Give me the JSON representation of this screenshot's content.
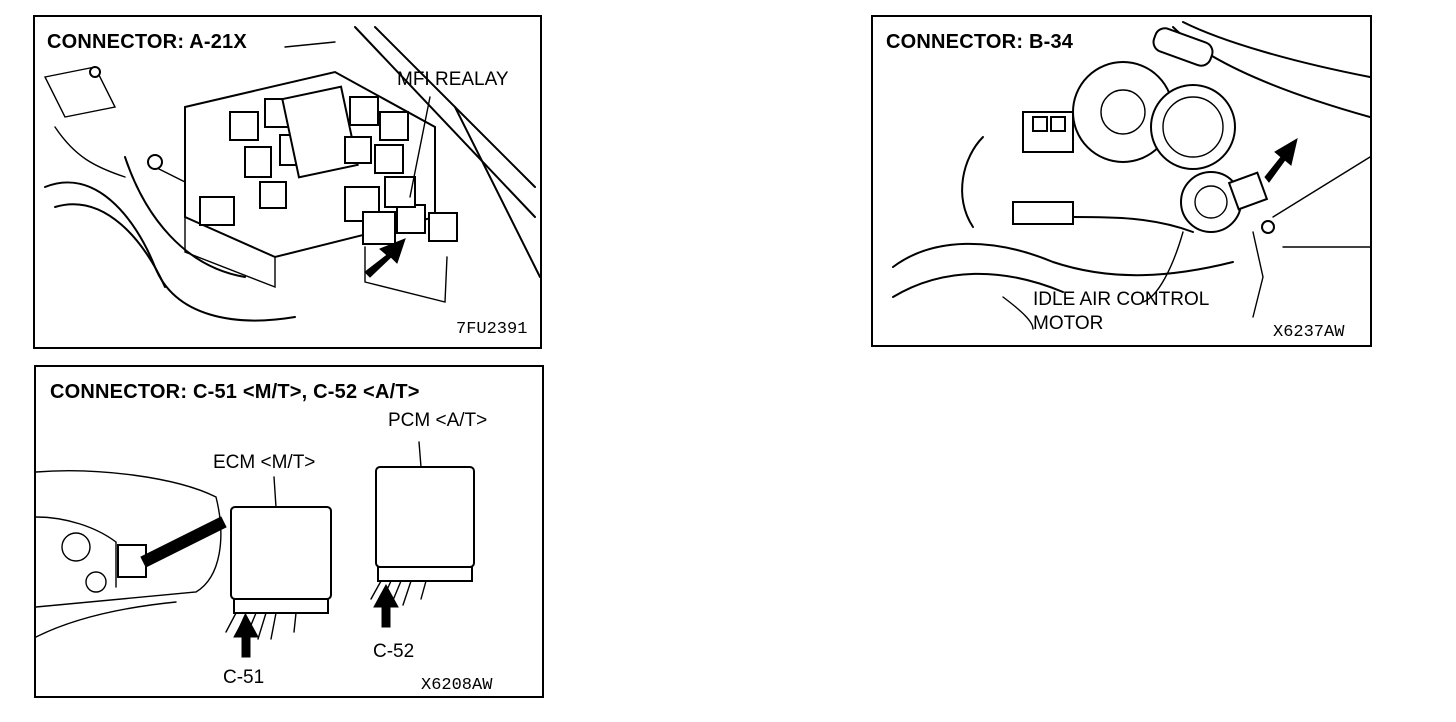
{
  "panels": [
    {
      "title": "CONNECTOR: A-21X",
      "labels": [
        "MFI REALAY"
      ],
      "code": "7FU2391"
    },
    {
      "title": "CONNECTOR: B-34",
      "labels": [
        "IDLE AIR CONTROL",
        "MOTOR"
      ],
      "code": "X6237AW"
    },
    {
      "title": "CONNECTOR: C-51 <M/T>, C-52 <A/T>",
      "labels": [
        "PCM <A/T>",
        "ECM <M/T>",
        "C-52",
        "C-51"
      ],
      "code": "X6208AW"
    }
  ]
}
